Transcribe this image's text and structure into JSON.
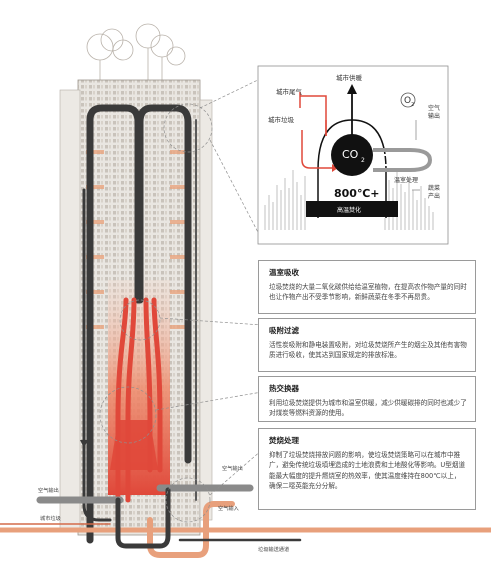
{
  "palette": {
    "accent_red": "#e0483a",
    "pipe_dark": "#3a3a3a",
    "pipe_grey": "#8a8a8a",
    "pipe_orange": "#e8a07c",
    "border": "#9a9a9a"
  },
  "detail": {
    "label_exhaust": "城市尾气",
    "label_heating": "城市供暖",
    "label_garbage": "城市垃圾",
    "label_o2": "O",
    "label_o2_sub": "2",
    "label_air_out": "空气\n输出",
    "label_co2": "CO",
    "label_co2_sub": "2",
    "label_greenhouse": "温室处理",
    "label_crops": "蔬菜\n产出",
    "temp": "800℃+",
    "label_burn": "高温焚化"
  },
  "sections": [
    {
      "title": "温室吸收",
      "body": "垃圾焚烧的大量二氧化碳供给给温室植物，在提高农作物产量的同时也让作物产出不受季节影响，新鲜蔬菜在冬季不再昂贵。"
    },
    {
      "title": "吸附过滤",
      "body": "活性炭吸附和静电装置吸附，对垃圾焚烧所产生的烟尘及其他有害物质进行吸收，使其达到国家规定的排放标准。"
    },
    {
      "title": "热交换器",
      "body": "利用垃圾焚烧提供为城市和温室供暖，减少供暖碳排的同时也减少了对煤炭等燃料资源的使用。"
    },
    {
      "title": "焚烧处理",
      "body": "抑制了垃圾焚烧排放问题的影响，使垃圾焚烧策略可以在城市中推广，避免传统垃圾填埋造成的土地浪费和土地酸化等影响。U型烟道能最大幅度的提升燃烧室的热效率，使其温度维持在800℃以上，确保二噁英能充分分解。"
    }
  ],
  "bottom_labels": {
    "air_out": "空气输出",
    "air_in": "空气输入",
    "air_out_left": "空气输出",
    "city_garbage": "城市垃圾",
    "transport": "垃圾输送通道"
  }
}
